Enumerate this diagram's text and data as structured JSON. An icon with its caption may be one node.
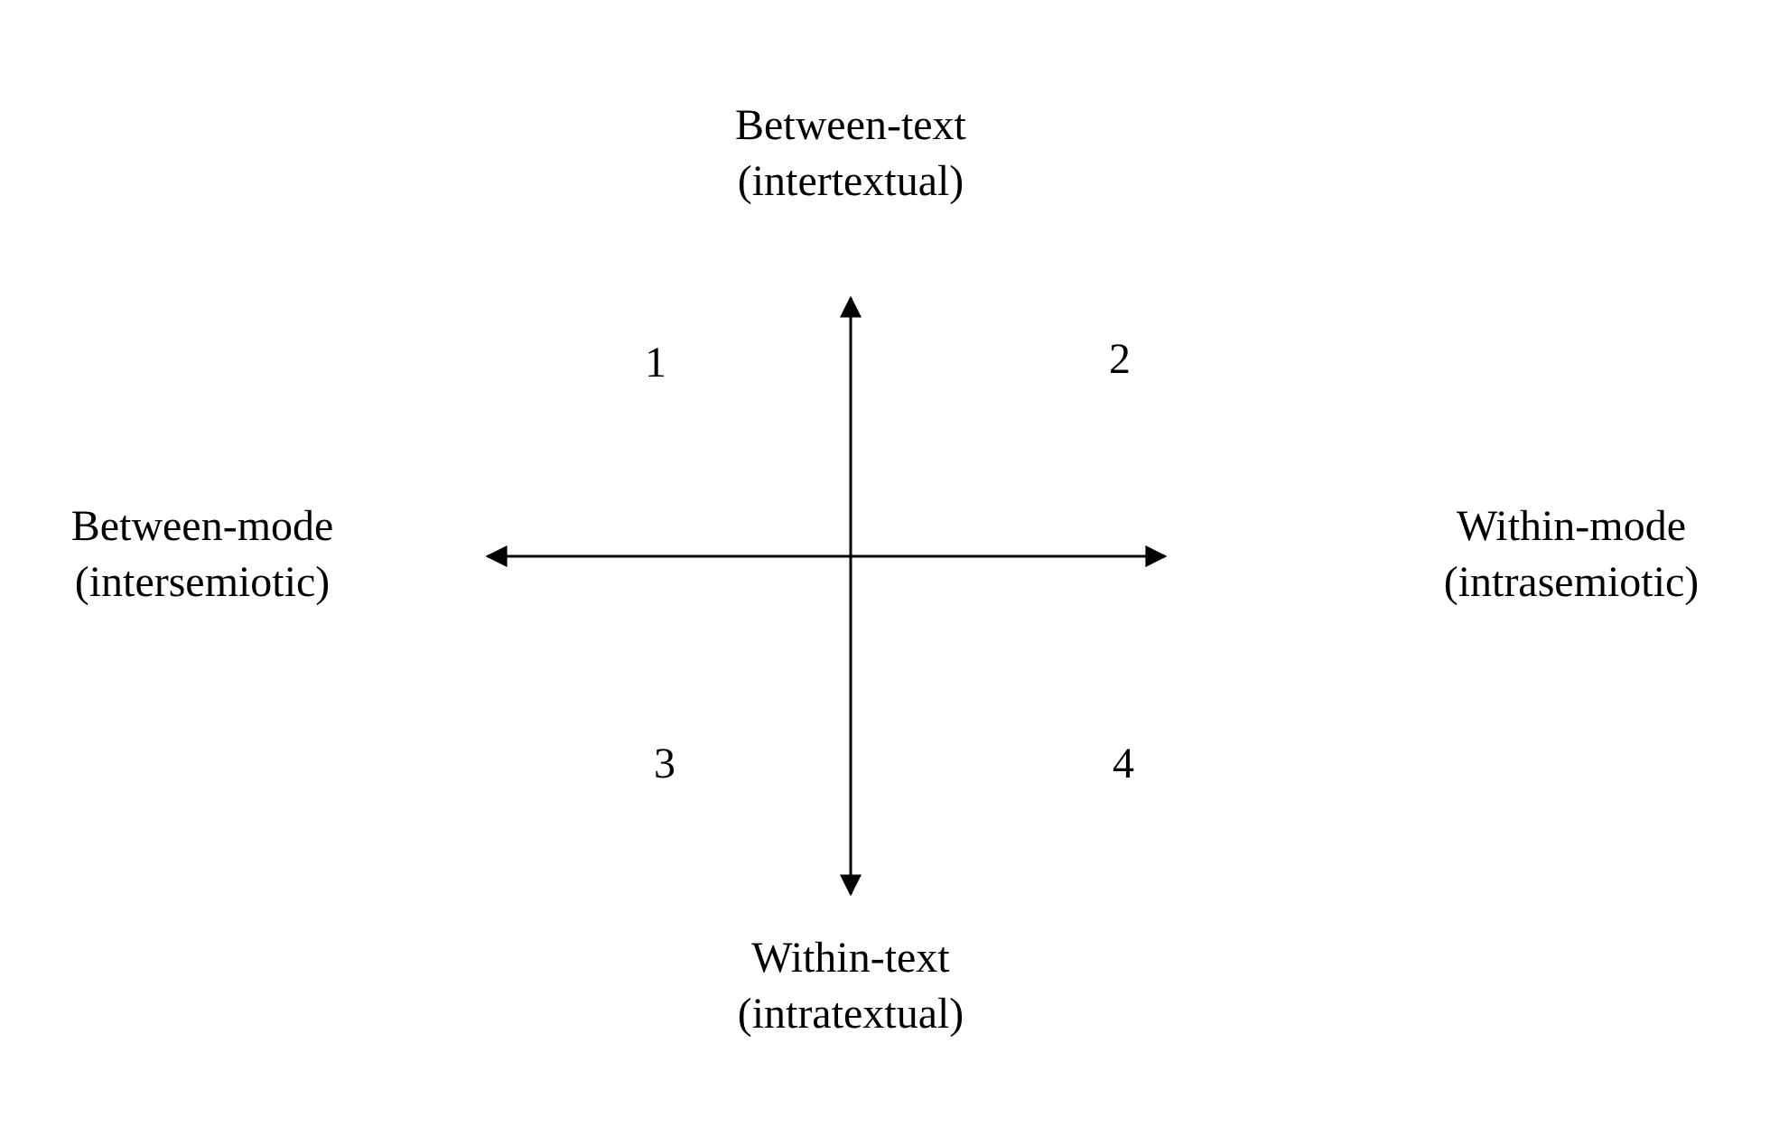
{
  "diagram": {
    "labels": [
      "Between-text (intertextual)",
      "1",
      "2",
      "Between-mode (intersemiotic)",
      "Within-mode (intrasemiotic)",
      "3",
      "4",
      "Within-text (intratextual)"
    ]
  }
}
